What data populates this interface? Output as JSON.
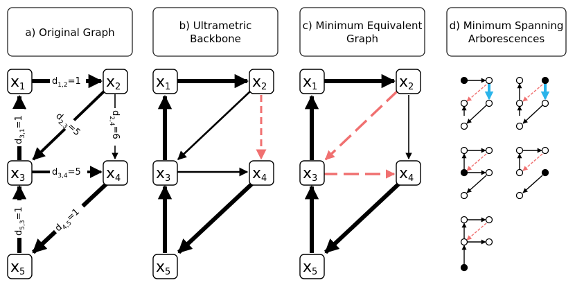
{
  "panels": {
    "a": {
      "title_lines": [
        "a) Original Graph"
      ],
      "nodes": {
        "x1": "1",
        "x2": "2",
        "x3": "3",
        "x4": "4",
        "x5": "5"
      },
      "weights": {
        "e12": {
          "sub": "1,2",
          "val": "=1"
        },
        "e23": {
          "sub": "2,3",
          "val": "=5"
        },
        "e24": {
          "sub": "2,4",
          "val": "=6"
        },
        "e31": {
          "sub": "3,1",
          "val": "=1"
        },
        "e34": {
          "sub": "3,4",
          "val": "=5"
        },
        "e53": {
          "sub": "5,3",
          "val": "=1"
        },
        "e45": {
          "sub": "4,5",
          "val": "=1"
        }
      }
    },
    "b": {
      "title_lines": [
        "b) Ultrametric",
        "Backbone"
      ],
      "nodes": {
        "x1": "1",
        "x2": "2",
        "x3": "3",
        "x4": "4",
        "x5": "5"
      }
    },
    "c": {
      "title_lines": [
        "c) Minimum Equivalent",
        "Graph"
      ],
      "nodes": {
        "x1": "1",
        "x2": "2",
        "x3": "3",
        "x4": "4",
        "x5": "5"
      }
    },
    "d": {
      "title_lines": [
        "d) Minimum Spanning",
        "Arborescences"
      ]
    }
  },
  "node_letter": "x",
  "weight_letter": "d",
  "colors": {
    "edge": "#000000",
    "dashed": "#f07070",
    "highlight": "#2ab4ea",
    "root": "#000000"
  }
}
